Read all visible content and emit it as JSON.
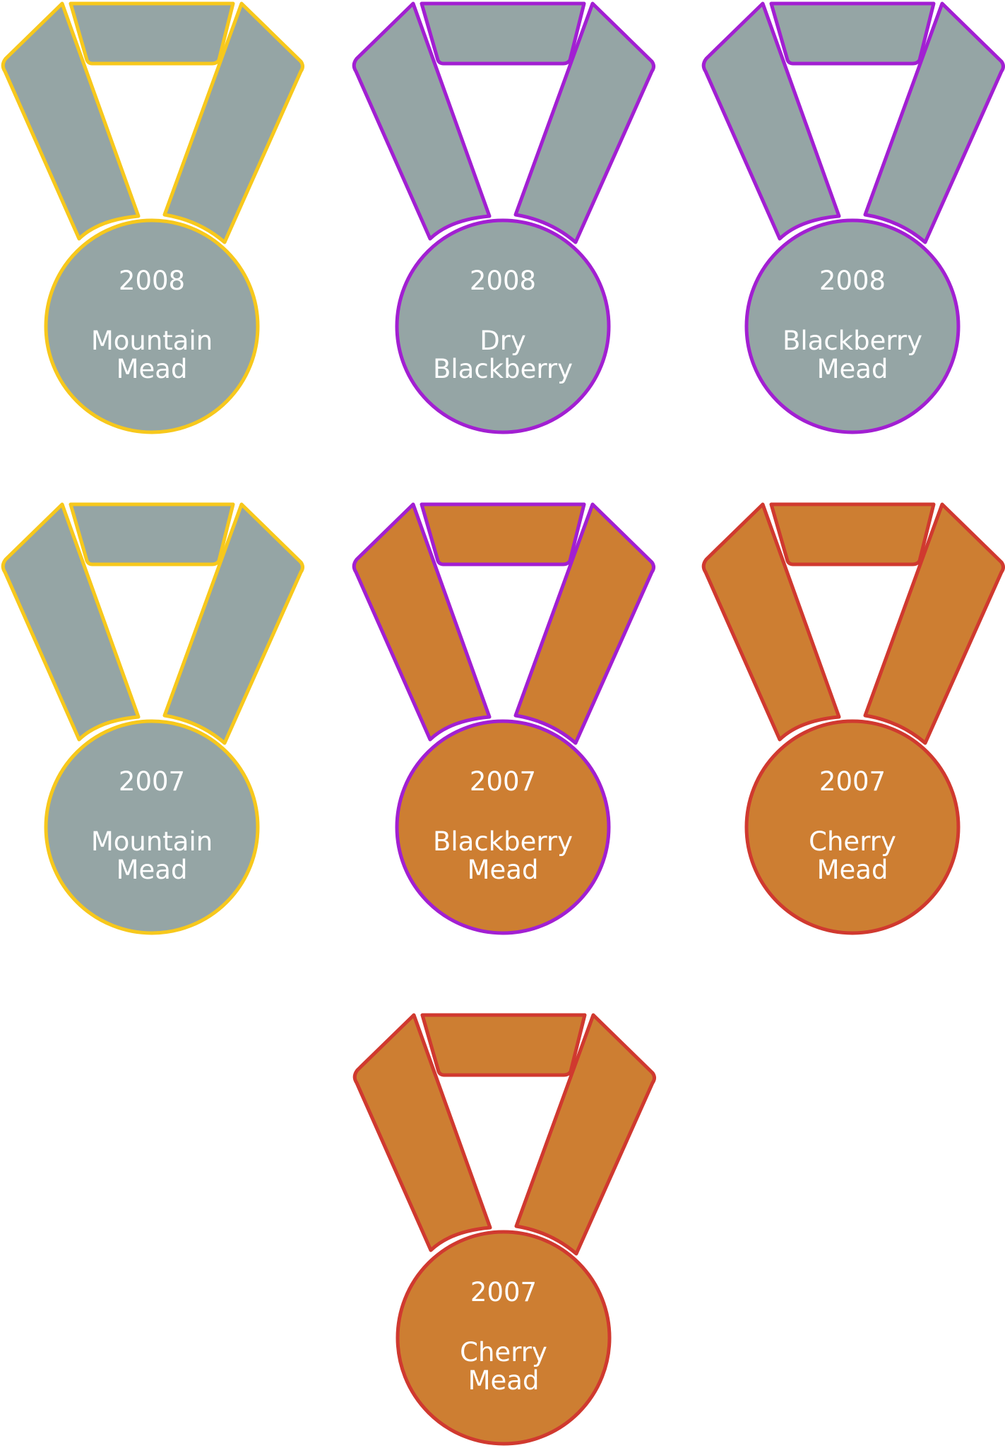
{
  "colors": {
    "silver": "#95a5a5",
    "bronze": "#cd7e32",
    "gold_outline": "#f7c81c",
    "purple_outline": "#a21fd2",
    "red_outline": "#d0392f",
    "background": "#ffffff"
  },
  "medals": [
    {
      "year": "2008",
      "name_lines": [
        "Mountain",
        "Mead"
      ],
      "metal": "silver",
      "outline": "gold"
    },
    {
      "year": "2008",
      "name_lines": [
        "Dry",
        "Blackberry"
      ],
      "metal": "silver",
      "outline": "purple"
    },
    {
      "year": "2008",
      "name_lines": [
        "Blackberry",
        "Mead"
      ],
      "metal": "silver",
      "outline": "purple"
    },
    {
      "year": "2007",
      "name_lines": [
        "Mountain",
        "Mead"
      ],
      "metal": "silver",
      "outline": "gold"
    },
    {
      "year": "2007",
      "name_lines": [
        "Blackberry",
        "Mead"
      ],
      "metal": "bronze",
      "outline": "purple"
    },
    {
      "year": "2007",
      "name_lines": [
        "Cherry",
        "Mead"
      ],
      "metal": "bronze",
      "outline": "red"
    },
    {
      "year": "2007",
      "name_lines": [
        "Cherry",
        "Mead"
      ],
      "metal": "bronze",
      "outline": "red"
    }
  ]
}
